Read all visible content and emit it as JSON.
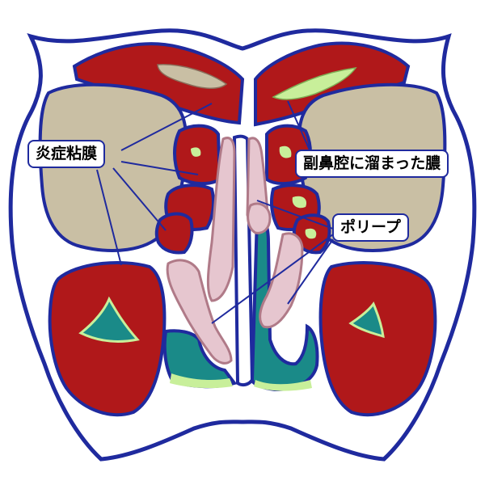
{
  "labels": {
    "inflamed_mucosa": "炎症粘膜",
    "pus_in_sinus": "副鼻腔に溜まった膿",
    "polyp": "ポリープ"
  },
  "colors": {
    "outline": "#1f2a9e",
    "inflamed_tissue": "#b0181a",
    "tissue_dark": "#7a0c0c",
    "eye_socket": "#c9bfa4",
    "pus": "#c8ef9a",
    "cavity_teal": "#1a8a88",
    "polyp_pink": "#e6c6cf",
    "polyp_edge": "#b07a88"
  }
}
